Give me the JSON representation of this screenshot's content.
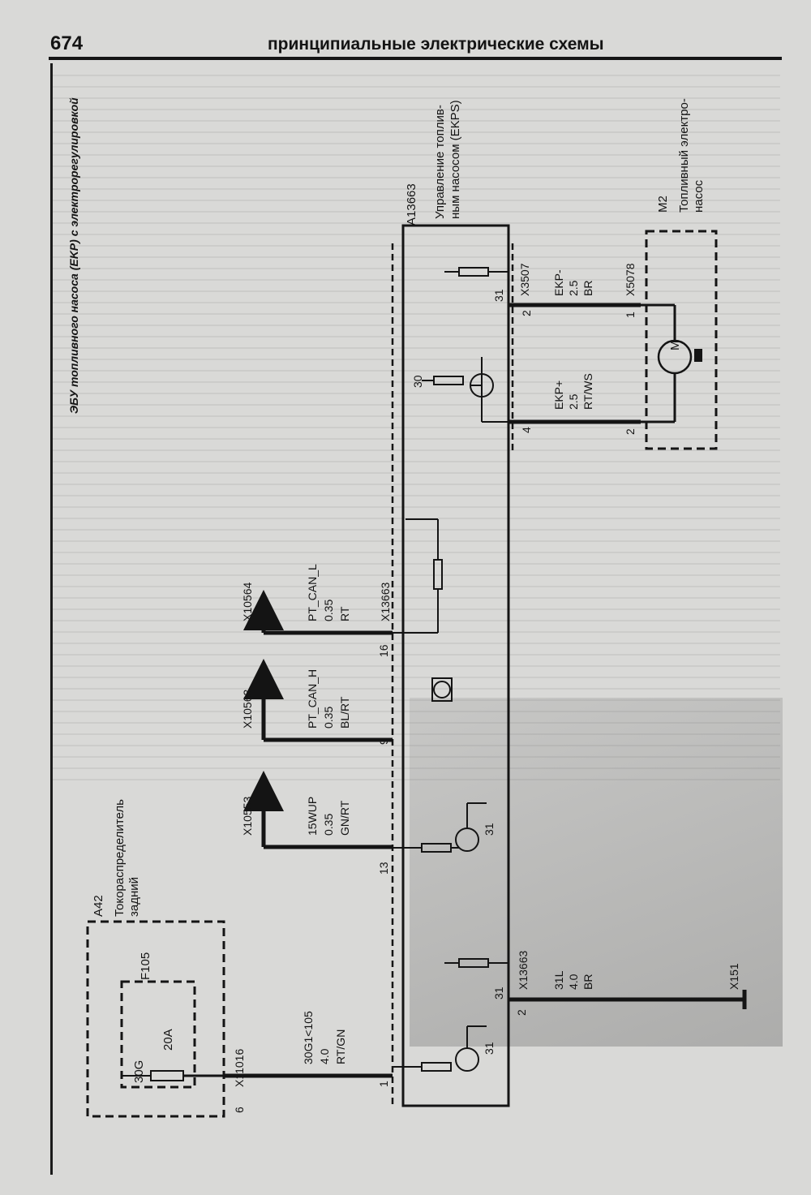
{
  "header": {
    "page_number": "674",
    "title": "принципиальные электрические схемы"
  },
  "diagram": {
    "title": "ЭБУ топливного насоса (EKP) с электрорегулировкой",
    "ecu": {
      "id": "A13663",
      "name_line1": "Управление топлив-",
      "name_line2": "ным насосом (EKPS)"
    },
    "pump": {
      "id": "M2",
      "name_line1": "Топливный электро-",
      "name_line2": "насос",
      "motor_letter": "M"
    },
    "distributor": {
      "id": "A42",
      "name_line1": "Токораспределитель",
      "name_line2": "задний",
      "fuse_id": "F105",
      "fuse_terminal": "30G",
      "fuse_rating": "20A",
      "connector": "X11016",
      "pin": "6"
    },
    "ecu_connector_bottom": "X13663",
    "ecu_connector_left": "X13663",
    "ground": "X151",
    "wires": {
      "supply": {
        "signal": "30G1<105",
        "gauge": "4.0",
        "color": "RT/GN",
        "pin": "1"
      },
      "ground_wire": {
        "signal": "31L",
        "gauge": "4.0",
        "color": "BR",
        "pin": "2"
      },
      "wup": {
        "signal": "15WUP",
        "gauge": "0.35",
        "color": "GN/RT",
        "pin": "13",
        "connector": "X10553"
      },
      "can_h": {
        "signal": "PT_CAN_H",
        "gauge": "0.35",
        "color": "BL/RT",
        "pin": "9",
        "connector": "X10563"
      },
      "can_l": {
        "signal": "PT_CAN_L",
        "gauge": "0.35",
        "color": "RT",
        "pin": "16",
        "connector": "X10564"
      },
      "ekp_plus": {
        "signal": "EKP+",
        "gauge": "2.5",
        "color": "RT/WS",
        "pin": "4",
        "pump_pin": "2"
      },
      "ekp_minus": {
        "signal": "EKP-",
        "gauge": "2.5",
        "color": "BR",
        "pin": "2",
        "pump_pin": "1",
        "pump_connector": "X5078",
        "ecu_connector": "X3507"
      }
    },
    "ground_marks": {
      "g1": "31",
      "g2": "31",
      "g3": "31",
      "g4": "31",
      "g5": "30"
    }
  }
}
